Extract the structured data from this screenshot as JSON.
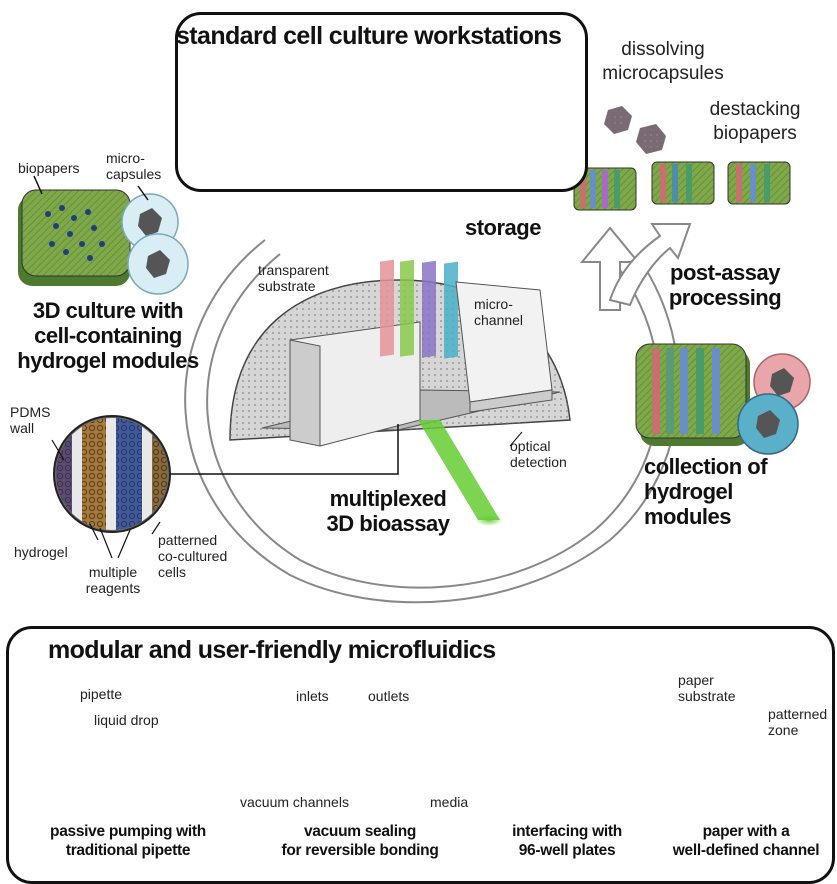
{
  "top_box": {
    "title": "standard cell culture workstations"
  },
  "labels": {
    "dissolving": "dissolving\nmicrocapsules",
    "destacking": "destacking\nbiopapers",
    "storage": "storage",
    "post_assay": "post-assay\nprocessing",
    "biopapers": "biopapers",
    "microcapsules": "micro-\ncapsules",
    "culture_3d": "3D culture with\ncell-containing\nhydrogel modules",
    "transparent_substrate": "transparent\nsubstrate",
    "micro_channel": "micro-\nchannel",
    "optical_detection": "optical\ndetection",
    "multiplexed": "multiplexed\n3D bioassay",
    "pdms_wall": "PDMS\nwall",
    "hydrogel": "hydrogel",
    "multiple_reagents": "multiple\nreagents",
    "patterned_cells": "patterned\nco-cultured\ncells",
    "collection": "collection of\nhydrogel\nmodules"
  },
  "bottom_box": {
    "title": "modular and user-friendly microfluidics",
    "panels": [
      {
        "caption": "passive pumping with\ntraditional pipette",
        "labels": [
          "pipette",
          "liquid drop"
        ]
      },
      {
        "caption": "vacuum sealing\nfor reversible bonding",
        "labels": [
          "inlets",
          "outlets",
          "vacuum channels",
          "media"
        ]
      },
      {
        "caption": "interfacing with\n96-well plates",
        "labels": []
      },
      {
        "caption": "paper with a\nwell-defined channel",
        "labels": [
          "paper\nsubstrate",
          "patterned\nzone"
        ]
      }
    ]
  },
  "colors": {
    "hydrogel_green": "#7fa84a",
    "capsule_blue": "#bfe4ee",
    "capsule_pink": "#e8a6aa",
    "fluid_blue": "#4fb8e8",
    "flask_orange": "#f5b48a",
    "laser_green": "#66cc33"
  }
}
